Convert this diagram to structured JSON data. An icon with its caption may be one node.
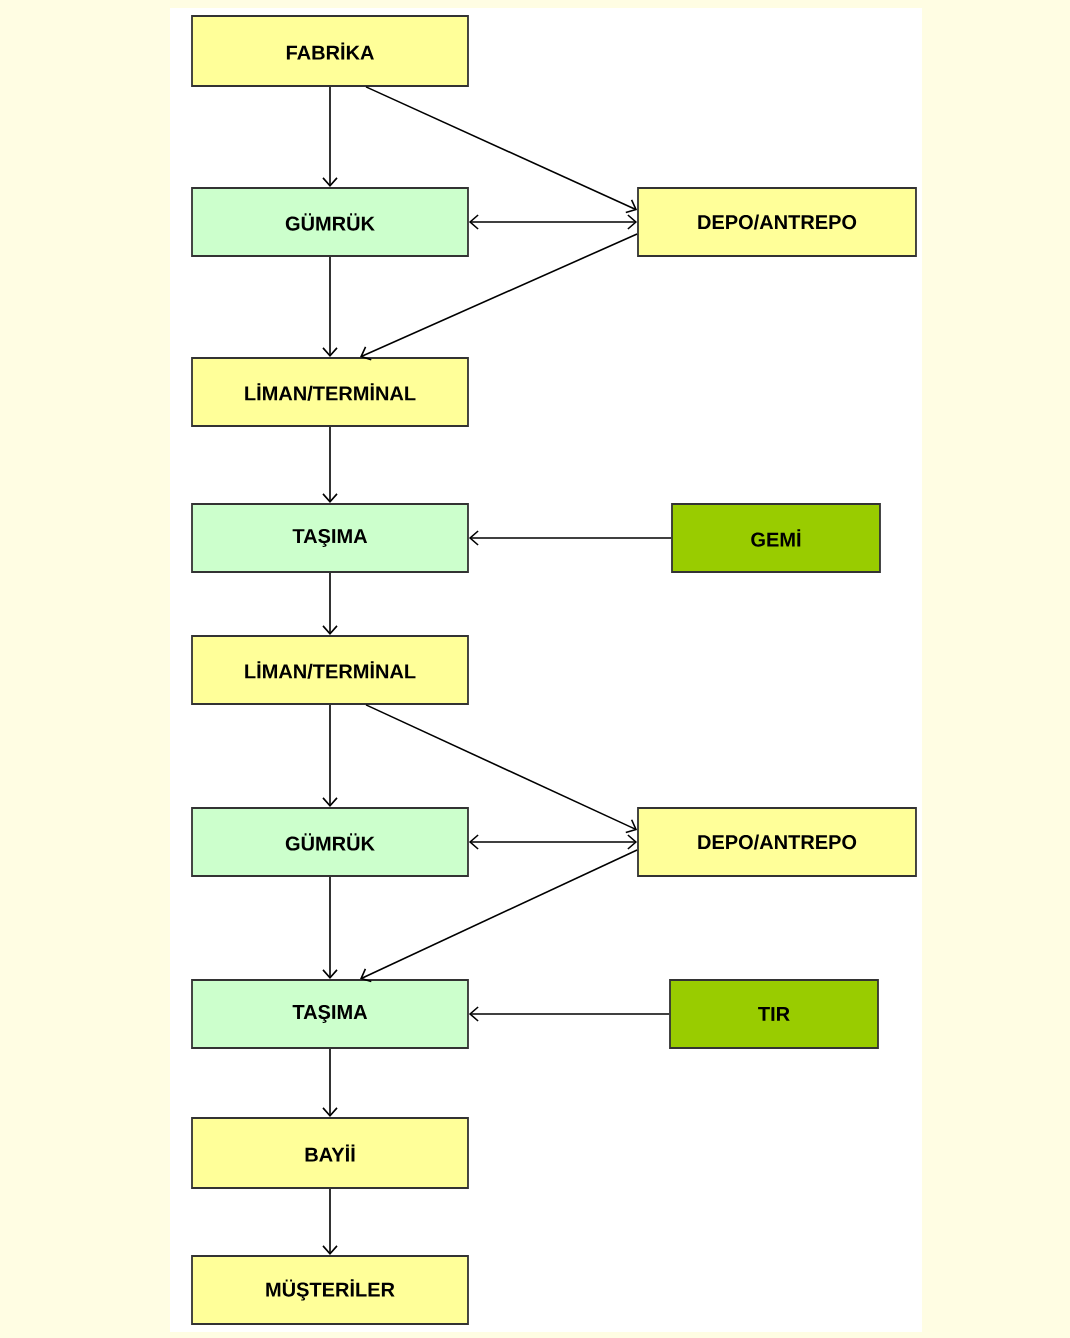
{
  "diagram": {
    "nodes": [
      {
        "text": [
          "FABRİKA"
        ]
      },
      {
        "text": [
          "GÜMRÜK"
        ]
      },
      {
        "text": [
          "DEPO/ANTREPO"
        ]
      },
      {
        "text": [
          "LİMAN/TERMİNAL"
        ]
      },
      {
        "text": [
          "TAŞIMA"
        ]
      },
      {
        "text": [
          "GEMİ"
        ]
      },
      {
        "text": [
          "LİMAN/TERMİNAL"
        ]
      },
      {
        "text": [
          "GÜMRÜK"
        ]
      },
      {
        "text": [
          "DEPO/ANTREPO"
        ]
      },
      {
        "text": [
          "TAŞIMA"
        ]
      },
      {
        "text": [
          "TIR"
        ]
      },
      {
        "text": [
          "BAYİİ"
        ]
      },
      {
        "text": [
          "MÜŞTERİLER"
        ]
      }
    ],
    "edges": [
      {
        "from": 0,
        "to": 1,
        "arrow": "to"
      },
      {
        "from": 0,
        "to": 2,
        "arrow": "to"
      },
      {
        "from": 1,
        "to": 2,
        "arrow": "both"
      },
      {
        "from": 1,
        "to": 3,
        "arrow": "to"
      },
      {
        "from": 2,
        "to": 3,
        "arrow": "to"
      },
      {
        "from": 3,
        "to": 4,
        "arrow": "to"
      },
      {
        "from": 5,
        "to": 4,
        "arrow": "to"
      },
      {
        "from": 4,
        "to": 6,
        "arrow": "to"
      },
      {
        "from": 6,
        "to": 7,
        "arrow": "to"
      },
      {
        "from": 6,
        "to": 8,
        "arrow": "to"
      },
      {
        "from": 7,
        "to": 8,
        "arrow": "both"
      },
      {
        "from": 7,
        "to": 9,
        "arrow": "to"
      },
      {
        "from": 8,
        "to": 9,
        "arrow": "to"
      },
      {
        "from": 10,
        "to": 9,
        "arrow": "to"
      },
      {
        "from": 9,
        "to": 11,
        "arrow": "to"
      },
      {
        "from": 11,
        "to": 12,
        "arrow": "to"
      }
    ]
  }
}
